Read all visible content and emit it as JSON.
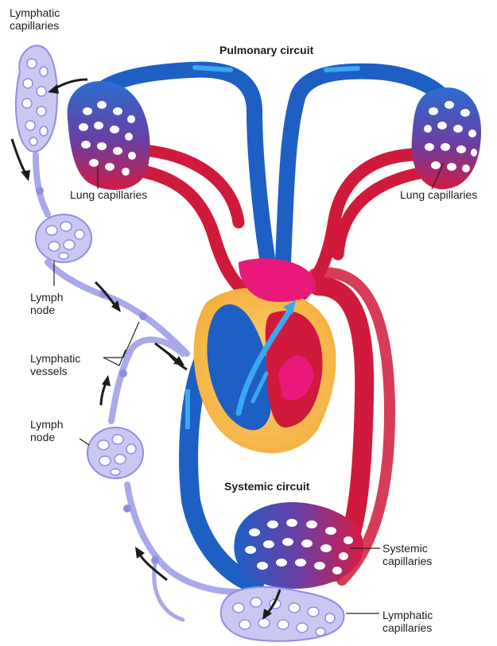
{
  "labels": {
    "pulmonary_circuit": "Pulmonary circuit",
    "systemic_circuit": "Systemic circuit",
    "lung_capillaries_left": "Lung capillaries",
    "lung_capillaries_right": "Lung capillaries",
    "lymphatic_capillaries_top": "Lymphatic capillaries",
    "lymph_node_upper": "Lymph node",
    "lymphatic_vessels": "Lymphatic vessels",
    "lymph_node_lower": "Lymph node",
    "systemic_capillaries": "Systemic capillaries",
    "lymphatic_capillaries_bottom": "Lymphatic capillaries"
  },
  "colors": {
    "vein_blue": "#1e5fc4",
    "artery_red": "#d01a3c",
    "lymph_lavender": "#a9a8ea",
    "lymph_outline": "#6f6ed0",
    "heart_fat": "#f6b94a",
    "heart_magenta": "#e8197a"
  }
}
